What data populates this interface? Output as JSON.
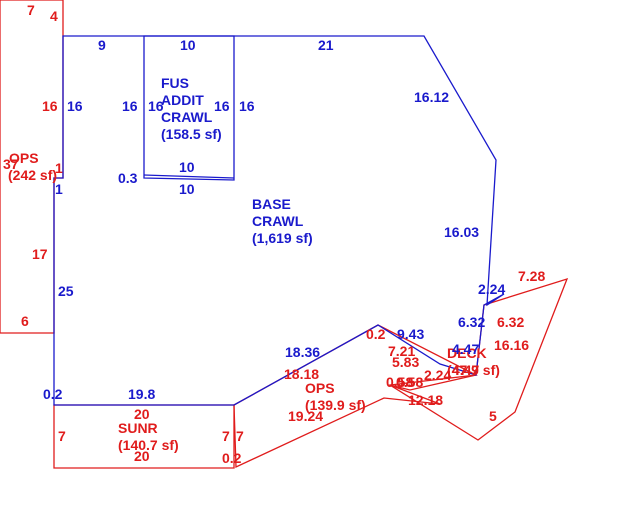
{
  "colors": {
    "main_area": "#1a1acc",
    "additions": "#e01c1c"
  },
  "areas": {
    "base_crawl": {
      "name": "BASE",
      "name2": "CRAWL",
      "size": "(1,619 sf)"
    },
    "fus_addit": {
      "name": "FUS",
      "name2": "ADDIT",
      "name3": "CRAWL",
      "size": "(158.5 sf)"
    },
    "ops_left": {
      "name": "OPS",
      "size": "(242 sf)"
    },
    "sunr": {
      "name": "SUNR",
      "size": "(140.7 sf)"
    },
    "ops_bottom": {
      "name": "OPS",
      "size": "(139.9 sf)"
    },
    "deck": {
      "name": "DECK",
      "size": "(47.9 sf)"
    }
  },
  "dims": {
    "base": {
      "top_left": "9",
      "top_right": "21",
      "diag_upper": "16.12",
      "right_side": "16.03",
      "right_short": "2.24",
      "notch": "6.32",
      "diag_lower": "4.47",
      "step_top": "9.43",
      "step_small": "0.2",
      "diag_long": "18.36",
      "bottom": "19.8",
      "corner_small": "0.2",
      "left_lower": "25",
      "left_small": "1",
      "left_upper": "16"
    },
    "fus": {
      "top": "10",
      "left_outside": "16",
      "left_inside": "16",
      "right_inside": "16",
      "right_outside": "16",
      "bottom_inner": "10",
      "bottom_outer": "10",
      "offset": "0.3"
    },
    "ops_left": {
      "top_a": "7",
      "top_b": "4",
      "left": "37",
      "right_upper": "16",
      "right_small": "1",
      "right_lower": "17",
      "bottom": "6"
    },
    "sunr": {
      "top": "20",
      "bottom": "20",
      "left": "7",
      "right_a": "7",
      "right_b": "7",
      "corner": "0.2"
    },
    "ops_bottom": {
      "diag_upper": "18.18",
      "diag_lower": "19.24",
      "step_a": "7.21",
      "step_b": "5.83",
      "small_a": "0.58",
      "small_b": "0.58",
      "small_c": "2.24",
      "bottom_diag": "12.18"
    },
    "deck": {
      "top": "7.28",
      "right_side": "6.32",
      "notch": "16.16",
      "diag": "4.47",
      "bottom": "5"
    }
  }
}
